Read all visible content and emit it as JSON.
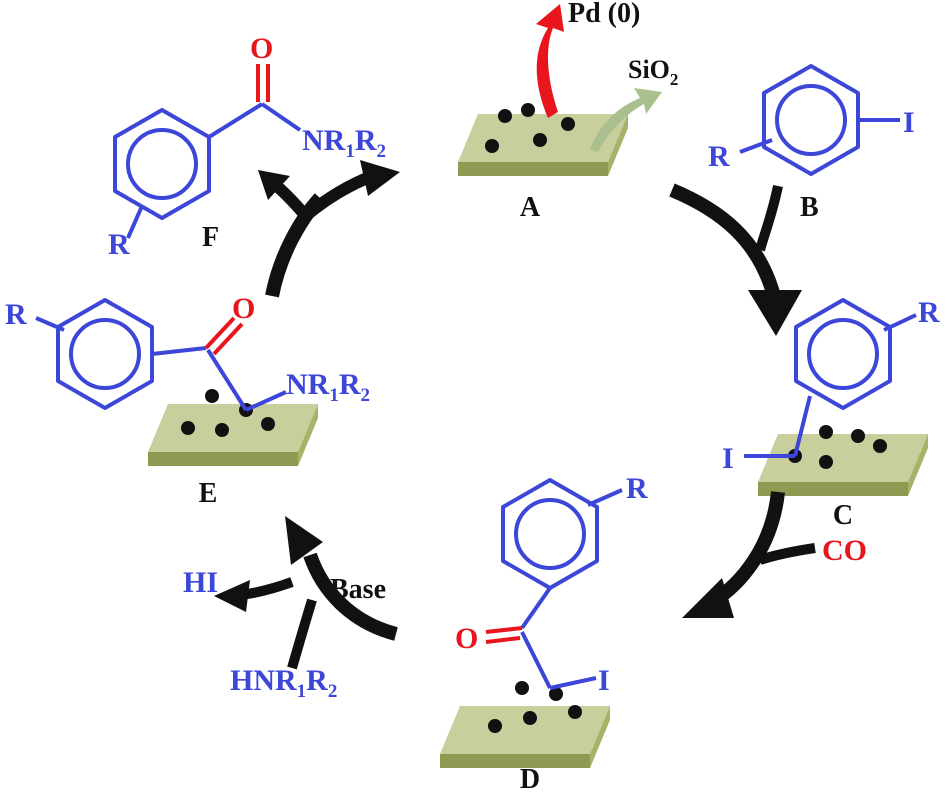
{
  "colors": {
    "blue": "#3c46d8",
    "red": "#e8161c",
    "black": "#111111",
    "support_top": "#c8cf9c",
    "support_side": "#8e9a52",
    "green_arrow": "#a9c08e"
  },
  "stages": {
    "A": {
      "label": "A",
      "released": "Pd (0)",
      "support": "SiO",
      "support_sub": "2"
    },
    "B": {
      "label": "B",
      "substituent": "R",
      "halide": "I"
    },
    "C": {
      "label": "C",
      "substituent": "R",
      "halide": "I"
    },
    "D": {
      "label": "D",
      "substituent": "R",
      "oxygen": "O",
      "halide": "I",
      "reagent": "CO"
    },
    "E": {
      "label": "E",
      "substituent": "R",
      "oxygen": "O",
      "amine_n": "NR",
      "amine_s1": "1",
      "amine_r": "R",
      "amine_s2": "2"
    },
    "F": {
      "label": "F",
      "substituent": "R",
      "oxygen": "O",
      "amine_n": "NR",
      "amine_s1": "1",
      "amine_r": "R",
      "amine_s2": "2"
    }
  },
  "side": {
    "hi": "HI",
    "base": "Base",
    "amine_n": "HNR",
    "amine_s1": "1",
    "amine_r": "R",
    "amine_s2": "2"
  }
}
